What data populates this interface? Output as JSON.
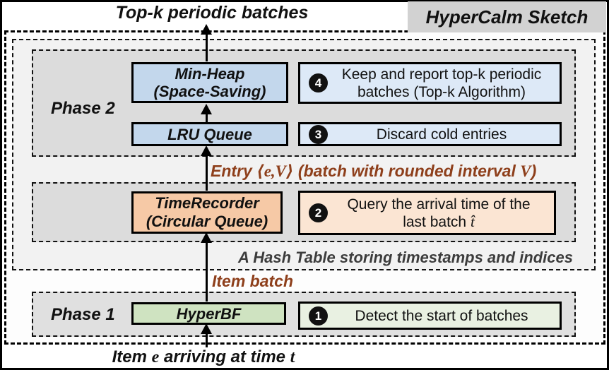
{
  "diagram_title": "HyperCalm Sketch",
  "output_label": "Top-k periodic batches",
  "phase2": {
    "label": "Phase 2",
    "min_heap": {
      "line1": "Min-Heap",
      "line2": "(Space-Saving)"
    },
    "lru_queue": "LRU Queue",
    "step4": {
      "number": "4",
      "line1": "Keep and report top-k periodic",
      "line2": "batches (Top-k Algorithm)"
    },
    "step3": {
      "number": "3",
      "text": "Discard cold entries"
    }
  },
  "entry_label": {
    "pre": "Entry ",
    "math": "⟨e,V⟩",
    "mid": " (batch with rounded interval ",
    "var": "V",
    "post": ")"
  },
  "time_recorder": {
    "box": {
      "line1": "TimeRecorder",
      "line2": "(Circular Queue)"
    },
    "step2": {
      "number": "2",
      "line1": "Query the arrival time of the",
      "line2_pre": "last batch ",
      "line2_var": "t̂"
    }
  },
  "hash_table_label": "A Hash Table storing timestamps and indices",
  "item_batch_label": "Item batch",
  "phase1": {
    "label": "Phase 1",
    "hyper_bf": "HyperBF",
    "step1": {
      "number": "1",
      "text": "Detect the start of batches"
    }
  },
  "input_label": {
    "pre": "Item ",
    "var1": "e",
    "mid": " arriving at time ",
    "var2": "t"
  },
  "colors": {
    "blue_component": "#c3d7ec",
    "blue_annotation": "#dde9f7",
    "orange_component": "#f6c9a6",
    "orange_annotation": "#fbe5d3",
    "green_component": "#cfe3c1",
    "green_annotation": "#e9f1e2",
    "banner_gray": "#d2d2d2",
    "phase_region_gray": "#dcdcdc",
    "hash_region_gray": "#f2f2f2",
    "flow_label_brown": "#8e3f1b",
    "hash_label_gray": "#3c3c3c"
  }
}
